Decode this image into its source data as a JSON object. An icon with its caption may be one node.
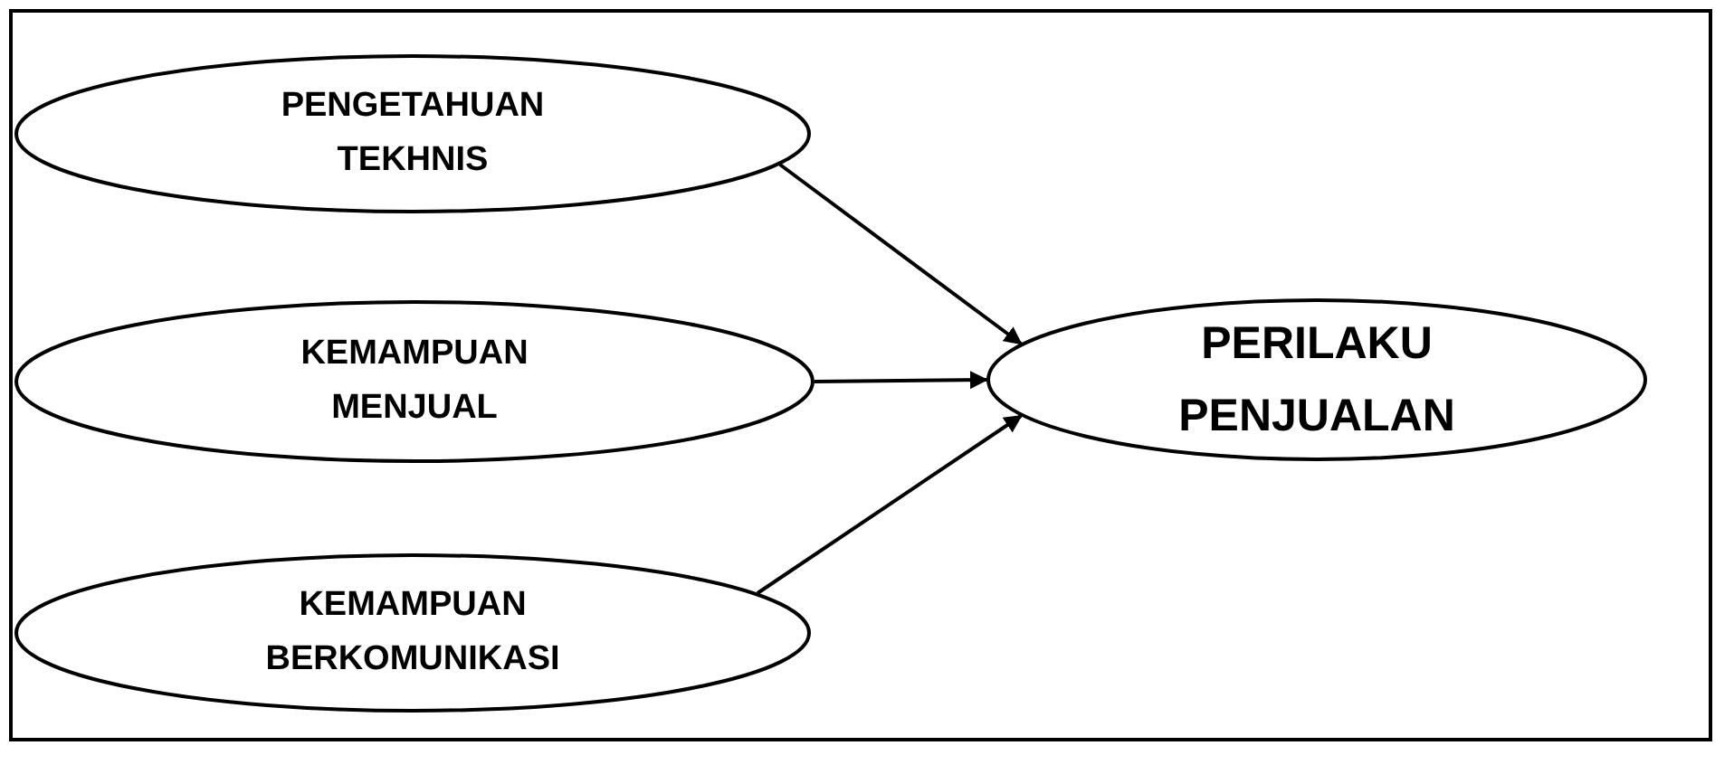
{
  "diagram": {
    "nodes": [
      {
        "text": [
          "PENGETAHUAN TEKHNIS"
        ]
      },
      {
        "text": [
          "KEMAMPUAN MENJUAL"
        ]
      },
      {
        "text": [
          "KEMAMPUAN BERKOMUNIKASI"
        ]
      },
      {
        "text": [
          "PERILAKU PENJUALAN"
        ]
      }
    ],
    "edges": [
      {
        "from": 0,
        "to": 3,
        "arrow": "to"
      },
      {
        "from": 1,
        "to": 3,
        "arrow": "to"
      },
      {
        "from": 2,
        "to": 3,
        "arrow": "to"
      }
    ]
  }
}
